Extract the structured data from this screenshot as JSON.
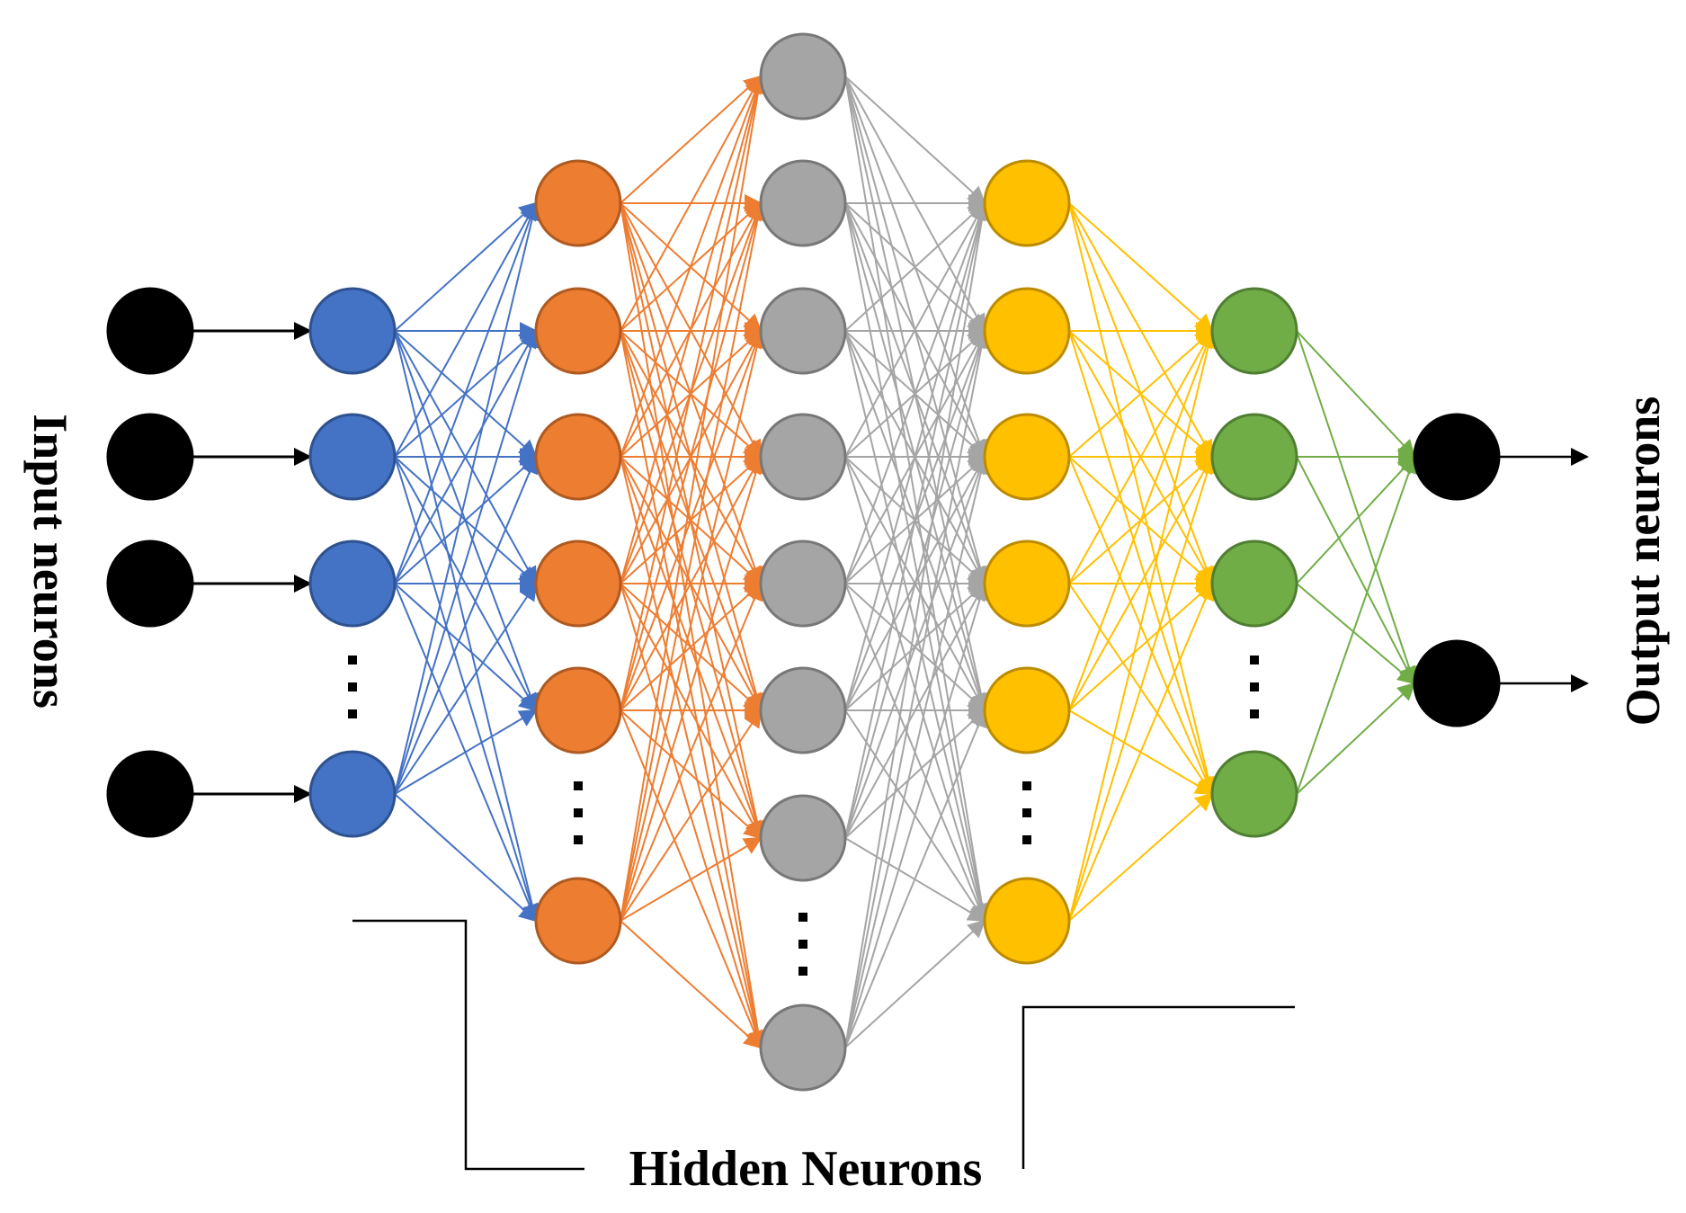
{
  "labels": {
    "input": "Input neurons",
    "output": "Output neurons",
    "hidden": "Hidden Neurons"
  },
  "ellipsis": "⋮",
  "layers": [
    {
      "id": "input",
      "color": "#000000",
      "edge_color": "#000000",
      "visible_neurons": 4,
      "truncated": false
    },
    {
      "id": "hidden1",
      "color": "#4472C4",
      "edge_color": "#4472C4",
      "visible_neurons": 4,
      "truncated": true
    },
    {
      "id": "hidden2",
      "color": "#ED7D31",
      "edge_color": "#ED7D31",
      "visible_neurons": 6,
      "truncated": true
    },
    {
      "id": "hidden3",
      "color": "#A5A5A5",
      "edge_color": "#A5A5A5",
      "visible_neurons": 8,
      "truncated": true
    },
    {
      "id": "hidden4",
      "color": "#FFC000",
      "edge_color": "#FFC000",
      "visible_neurons": 6,
      "truncated": true
    },
    {
      "id": "hidden5",
      "color": "#70AD47",
      "edge_color": "#70AD47",
      "visible_neurons": 4,
      "truncated": true
    },
    {
      "id": "output",
      "color": "#000000",
      "edge_color": "#000000",
      "visible_neurons": 2,
      "truncated": false
    }
  ],
  "connections": {
    "input_to_hidden1": "one-to-one",
    "between_hidden": "fully-connected",
    "outputs_have_arrows": true
  }
}
